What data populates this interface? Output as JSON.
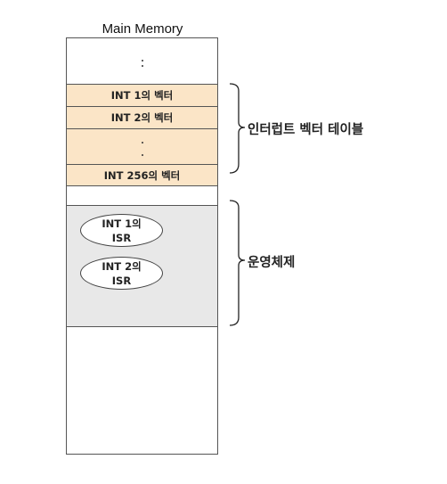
{
  "diagram": {
    "title": "Main Memory",
    "vector_table": {
      "rows": [
        "INT 1의 벡터",
        "INT 2의 벡터",
        "INT 256의 벡터"
      ]
    },
    "isr_blocks": [
      {
        "line1": "INT 1의",
        "line2": "ISR"
      },
      {
        "line1": "INT 2의",
        "line2": "ISR"
      }
    ],
    "labels": {
      "vector_table": "인터럽트 벡터 테이블",
      "os": "운영체제"
    },
    "colors": {
      "vector_fill": "#fbe5c7",
      "os_fill": "#e8e8e8",
      "border": "#555555"
    }
  }
}
